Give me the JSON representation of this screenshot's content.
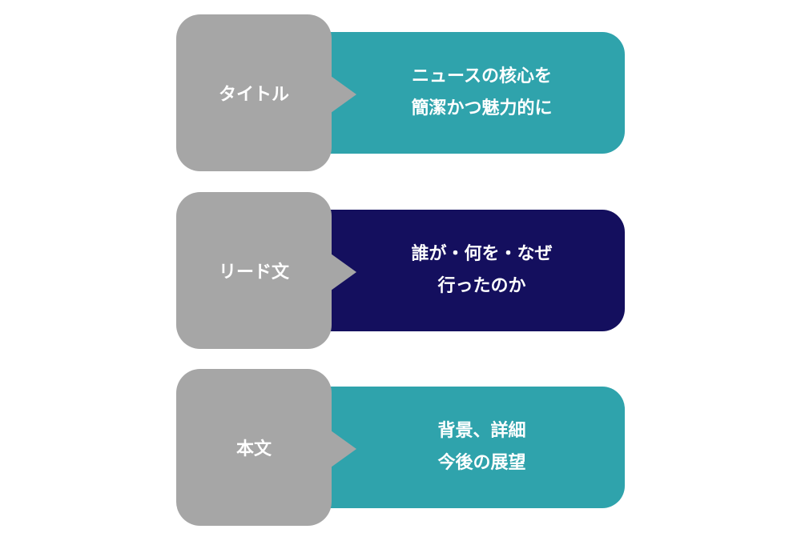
{
  "colors": {
    "gray": "#a6a6a6",
    "teal": "#2fa3ac",
    "navy": "#140f5e"
  },
  "rows": [
    {
      "label": "タイトル",
      "lines": [
        "ニュースの核心を",
        "簡潔かつ魅力的に"
      ],
      "color": "#2fa3ac"
    },
    {
      "label": "リード文",
      "lines": [
        "誰が・何を・なぜ",
        "行ったのか"
      ],
      "color": "#140f5e"
    },
    {
      "label": "本文",
      "lines": [
        "背景、詳細",
        "今後の展望"
      ],
      "color": "#2fa3ac"
    }
  ]
}
